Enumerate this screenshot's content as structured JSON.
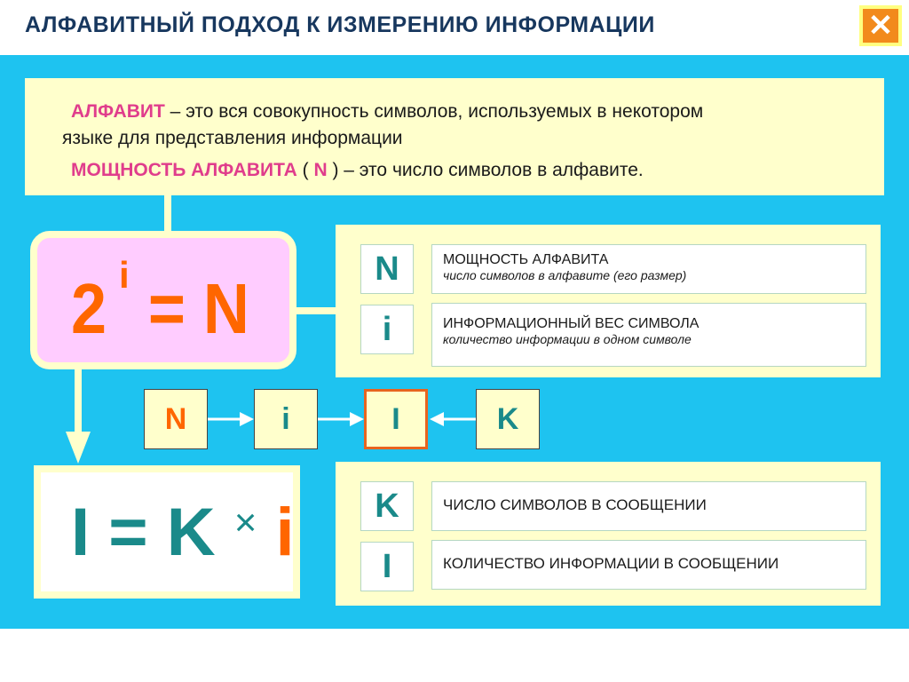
{
  "header": {
    "title": "АЛФАВИТНЫЙ  ПОДХОД  К  ИЗМЕРЕНИЮ  ИНФОРМАЦИИ",
    "close_symbol": "✕"
  },
  "definitions": {
    "alphabet_term": "АЛФАВИТ",
    "alphabet_text": " – это вся совокупность символов, используемых в некотором",
    "alphabet_text2": "языке  для  представления информации",
    "power_term": "МОЩНОСТЬ  АЛФАВИТА",
    "power_open": "  ( ",
    "power_symbol": "N",
    "power_text": " ) – это  число  символов  в  алфавите."
  },
  "formula1": {
    "base": "2",
    "exponent": "i",
    "rest": "=  N"
  },
  "legend1": {
    "items": [
      {
        "symbol": "N",
        "title": "МОЩНОСТЬ  АЛФАВИТА",
        "subtitle": "число  символов  в  алфавите (его  размер)"
      },
      {
        "symbol": "i",
        "title": "ИНФОРМАЦИОННЫЙ  ВЕС  СИМВОЛА",
        "subtitle": "количество  информации  в  одном  символе"
      }
    ]
  },
  "chain": {
    "items": [
      "N",
      "i",
      "I",
      "K"
    ]
  },
  "formula2": {
    "lhs": "I = K ",
    "times": "×",
    "rhs": " i"
  },
  "legend2": {
    "items": [
      {
        "symbol": "K",
        "title": "ЧИСЛО  СИМВОЛОВ  В  СООБЩЕНИИ"
      },
      {
        "symbol": "I",
        "title": "КОЛИЧЕСТВО  ИНФОРМАЦИИ  В  СООБЩЕНИИ"
      }
    ]
  },
  "colors": {
    "title": "#17375e",
    "panel": "#1ec3f0",
    "cream": "#ffffcc",
    "accent_orange": "#ff6600",
    "teal": "#1a8a8a",
    "pink_term": "#e03d8c"
  }
}
